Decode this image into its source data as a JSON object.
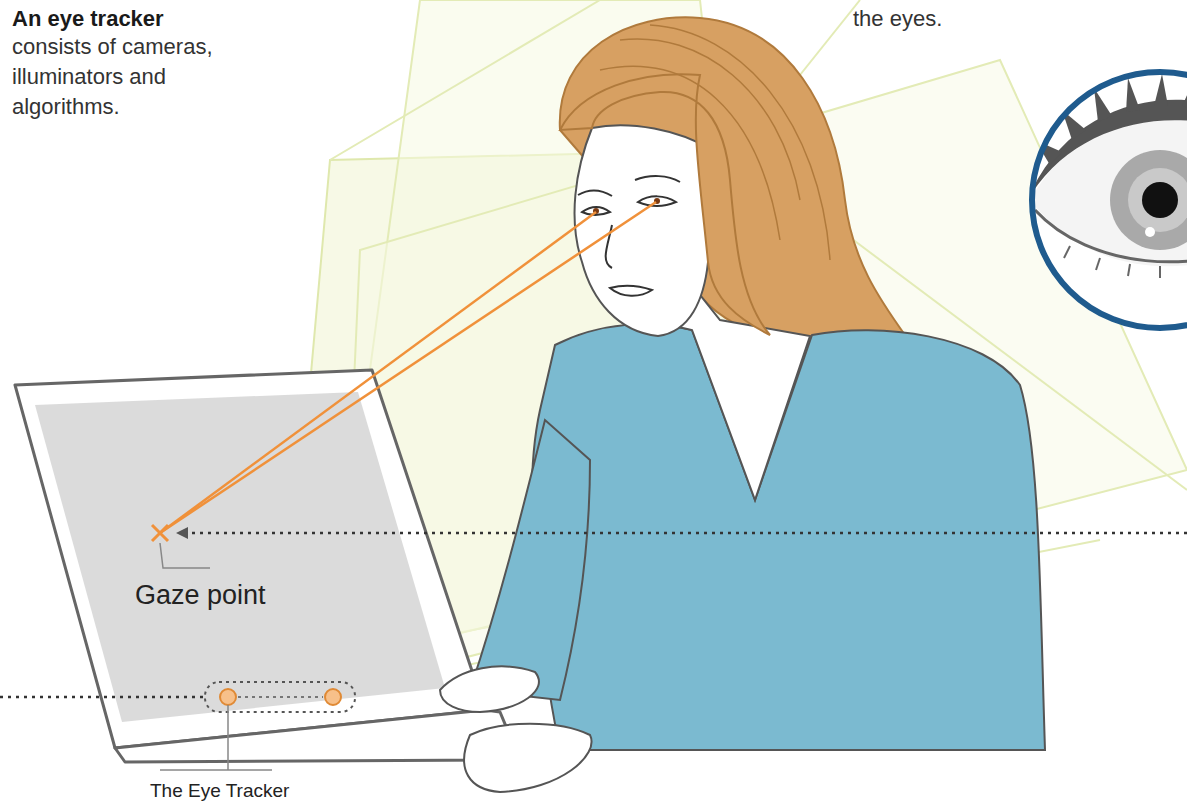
{
  "diagram": {
    "labels": [
      "An eye tracker",
      "consists of cameras, illuminators and algorithms.",
      "the eyes.",
      "Gaze point",
      "The Eye Tracker"
    ]
  }
}
